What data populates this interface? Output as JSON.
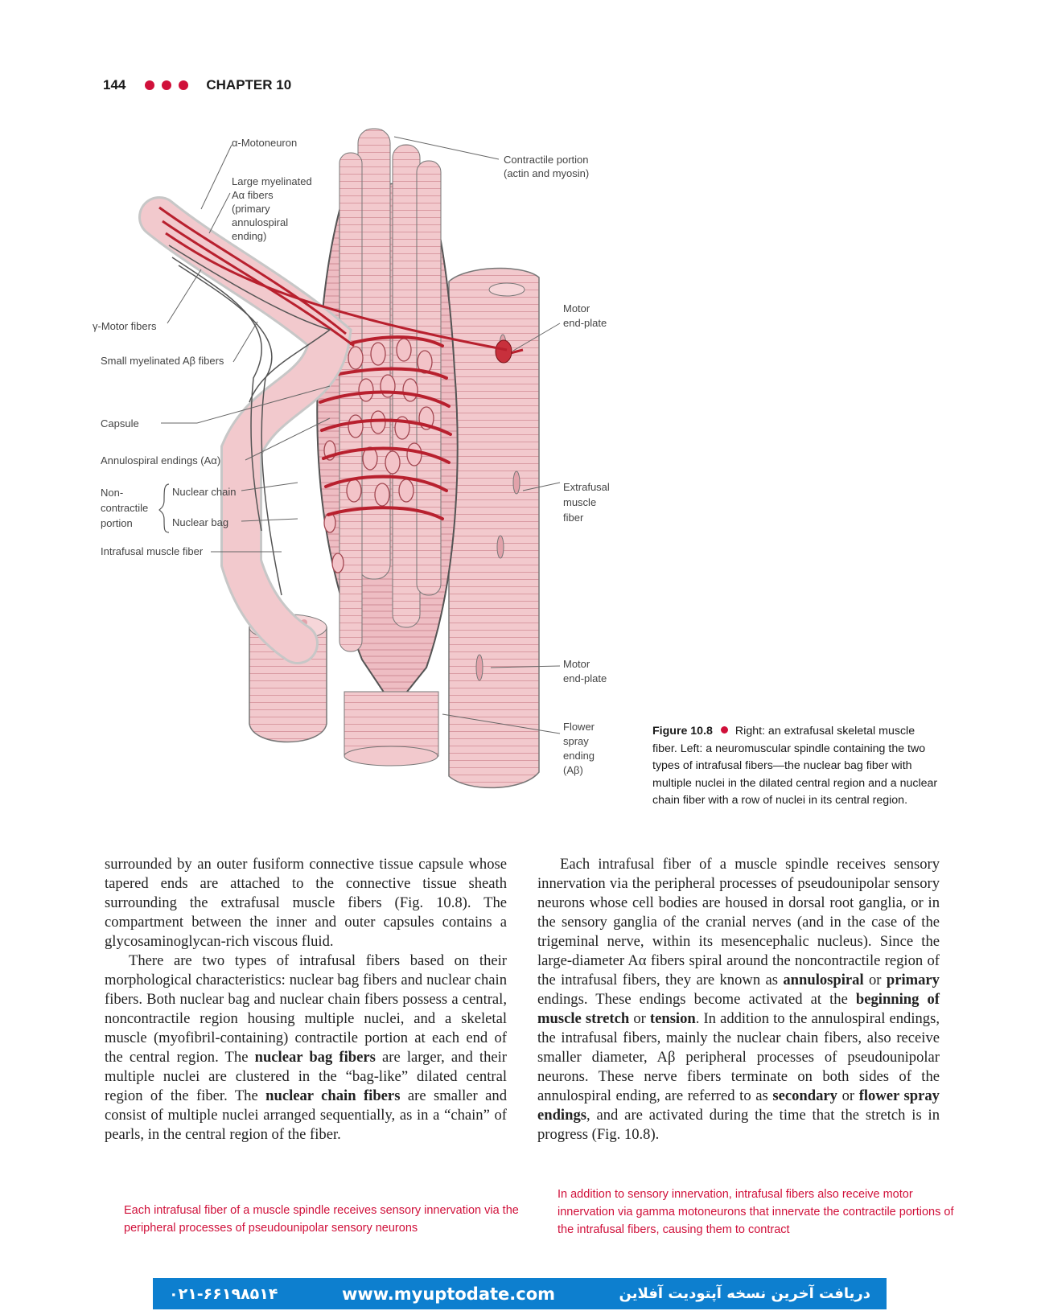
{
  "header": {
    "page_number": "144",
    "chapter": "CHAPTER 10"
  },
  "figure": {
    "labels": {
      "alpha_motoneuron": "α-Motoneuron",
      "large_fibers": [
        "Large myelinated",
        "Aα fibers",
        "(primary",
        "annulospiral",
        "ending)"
      ],
      "gamma_motor": "γ-Motor fibers",
      "small_fibers": "Small myelinated Aβ fibers",
      "capsule": "Capsule",
      "annulospiral": "Annulospiral endings (Aα)",
      "noncontractile": [
        "Non-",
        "contractile",
        "portion"
      ],
      "nuclear_chain": "Nuclear chain",
      "nuclear_bag": "Nuclear bag",
      "intrafusal": "Intrafusal muscle fiber",
      "contractile": [
        "Contractile portion",
        "(actin and myosin)"
      ],
      "motor_endplate_top": [
        "Motor",
        "end-plate"
      ],
      "extrafusal": [
        "Extrafusal",
        "muscle",
        "fiber"
      ],
      "motor_endplate_bottom": [
        "Motor",
        "end-plate"
      ],
      "flower_spray": [
        "Flower",
        "spray",
        "ending",
        "(Aβ)"
      ]
    },
    "caption_label": "Figure 10.8",
    "caption_text": "Right: an extrafusal skeletal muscle fiber. Left: a neuromuscular spindle containing the two types of intrafusal fibers—the nuclear bag fiber with multiple nuclei in the dilated central region and a nuclear chain fiber with a row of nuclei in its central region.",
    "colors": {
      "tissue": "#f2c9cd",
      "tissue_dark": "#e2a2aa",
      "nerve": "#b8202e",
      "outline": "#555555"
    }
  },
  "body": {
    "left": {
      "p1": "surrounded by an outer fusiform connective tissue capsule whose tapered ends are attached to the connective tissue sheath surrounding the extrafusal muscle fibers (Fig. 10.8). The compartment between the inner and outer capsules contains a glycosaminoglycan-rich viscous fluid.",
      "p2_a": "There are two types of intrafusal fibers based on their morphological characteristics: nuclear bag fibers and nuclear chain fibers. Both nuclear bag and nuclear chain fibers possess a central, noncontractile region housing multiple nuclei, and a skeletal muscle (myofibril-containing) contractile portion at each end of the central region. The ",
      "p2_b1": "nuclear bag fibers",
      "p2_c": " are larger, and their multiple nuclei are clustered in the “bag-like” dilated central region of the fiber. The ",
      "p2_b2": "nuclear chain fibers",
      "p2_d": " are smaller and consist of multiple nuclei arranged sequentially, as in a “chain” of pearls, in the central region of the fiber."
    },
    "right": {
      "a": "Each intrafusal fiber of a muscle spindle receives sensory innervation via the peripheral processes of pseudounipolar sensory neurons whose cell bodies are housed in dorsal root ganglia, or in the sensory ganglia of the cranial nerves (and in the case of the trigeminal nerve, within its mesencephalic nucleus). Since the large-diameter Aα fibers spiral around the noncontractile region of the intrafusal fibers, they are known as ",
      "b1": "annulospiral",
      "b": " or ",
      "b2": "primary",
      "c": " endings. These endings become activated at the ",
      "b3": "beginning of muscle stretch",
      "d": " or ",
      "b4": "tension",
      "e": ". In addition to the annulospiral endings, the intrafusal fibers, mainly the nuclear chain fibers, also receive smaller diameter, Aβ peripheral processes of pseudounipolar neurons. These nerve fibers terminate on both sides of the annulospiral ending, are referred to as ",
      "b5": "secondary",
      "f": " or ",
      "b6": "flower spray endings",
      "g": ", and are activated during the time that the stretch is in progress (Fig. 10.8)."
    }
  },
  "notes": {
    "left": "Each intrafusal fiber of a muscle spindle receives sensory innervation via the peripheral processes of pseudounipolar sensory neurons",
    "right": "In addition to sensory innervation, intrafusal fibers also receive motor innervation via gamma motoneurons that innervate the contractile portions of the intrafusal fibers, causing them to contract"
  },
  "footer": {
    "phone": "۰۲۱-۶۶۱۹۸۵۱۴",
    "url": "www.myuptodate.com",
    "persian": "دریافت آخرین نسخه آپتودیت آفلاین"
  }
}
